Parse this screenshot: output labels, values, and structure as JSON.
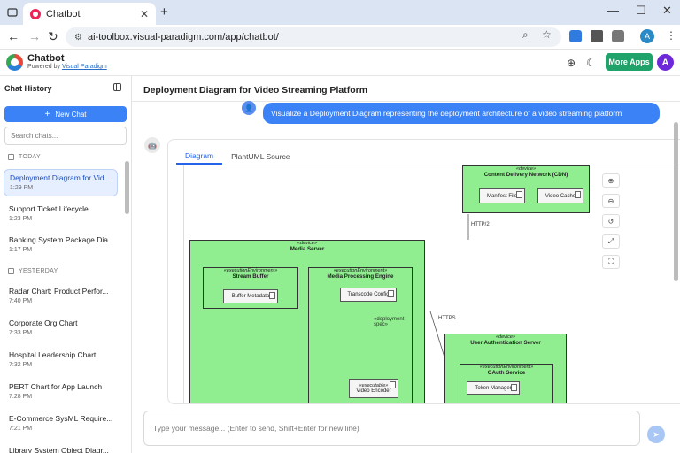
{
  "browser": {
    "tab_title": "Chatbot",
    "url": "ai-toolbox.visual-paradigm.com/app/chatbot/",
    "profile_initial": "A"
  },
  "app": {
    "title": "Chatbot",
    "powered_by": "Powered by",
    "powered_by_link": "Visual Paradigm",
    "more_apps": "More Apps",
    "avatar_initial": "A"
  },
  "sidebar": {
    "title": "Chat History",
    "new_chat": "New Chat",
    "search_placeholder": "Search chats...",
    "groups": [
      {
        "label": "TODAY",
        "items": [
          {
            "title": "Deployment Diagram for Vid...",
            "time": "1:29 PM"
          },
          {
            "title": "Support Ticket Lifecycle",
            "time": "1:23 PM"
          },
          {
            "title": "Banking System Package Dia...",
            "time": "1:17 PM"
          }
        ]
      },
      {
        "label": "YESTERDAY",
        "items": [
          {
            "title": "Radar Chart: Product Perfor...",
            "time": "7:40 PM"
          },
          {
            "title": "Corporate Org Chart",
            "time": "7:33 PM"
          },
          {
            "title": "Hospital Leadership Chart",
            "time": "7:32 PM"
          },
          {
            "title": "PERT Chart for App Launch",
            "time": "7:28 PM"
          },
          {
            "title": "E-Commerce SysML Require...",
            "time": "7:21 PM"
          },
          {
            "title": "Library System Object Diagr...",
            "time": ""
          }
        ]
      }
    ]
  },
  "main": {
    "conversation_title": "Deployment Diagram for Video Streaming Platform",
    "user_message": "Visualize a Deployment Diagram representing the deployment architecture of a video streaming platform",
    "tabs": [
      "Diagram",
      "PlantUML Source"
    ],
    "composer_placeholder": "Type your message... (Enter to send, Shift+Enter for new line)"
  },
  "diagram": {
    "cdn": {
      "stereotype": "«device»",
      "name": "Content Delivery Network (CDN)",
      "artifacts": [
        "Manifest File",
        "Video Cache"
      ]
    },
    "media_server": {
      "stereotype": "«device»",
      "name": "Media Server"
    },
    "stream_buffer": {
      "stereotype": "«executionEnvironment»",
      "name": "Stream Buffer",
      "artifacts": [
        "Buffer Metadata"
      ]
    },
    "processing": {
      "stereotype": "«executionEnvironment»",
      "name": "Media Processing Engine",
      "artifacts": [
        "Transcode Config"
      ]
    },
    "encoder": {
      "stereotype": "«executable»",
      "name": "Video Encoder"
    },
    "auth_server": {
      "stereotype": "«device»",
      "name": "User Authentication Server"
    },
    "oauth": {
      "stereotype": "«executionEnvironment»",
      "name": "OAuth Service",
      "artifacts": [
        "Token Manager"
      ]
    },
    "edges": {
      "http2": "HTTP/2",
      "https": "HTTPS",
      "deployment_spec": "«deployment spec»"
    }
  }
}
